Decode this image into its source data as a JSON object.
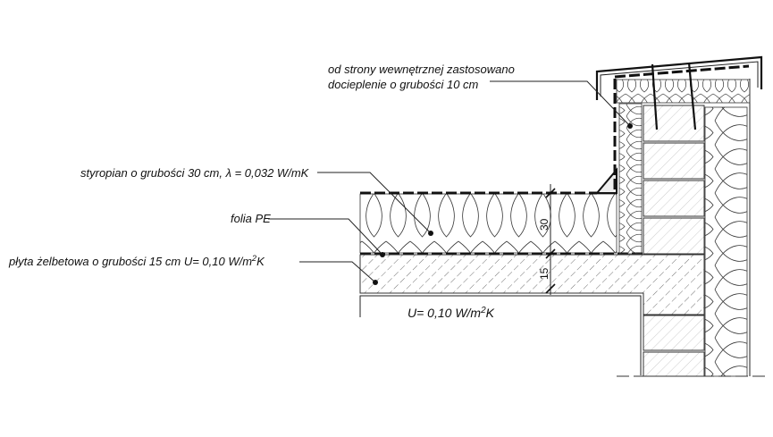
{
  "labels": {
    "inner_insulation_line1": "od strony wewnętrznej zastosowano",
    "inner_insulation_line2": "docieplenie o grubości 10 cm",
    "styrofoam": "styropian o grubości 30 cm, λ = 0,032 W/mK",
    "foil": "folia PE",
    "slab_prefix": "płyta żelbetowa o grubości 15 cm  U= 0,10 W/m",
    "slab_sup": "2",
    "slab_suffix": "K",
    "u_value_prefix": "U= 0,10 W/m",
    "u_value_sup": "2",
    "u_value_suffix": "K"
  },
  "dimensions": {
    "insulation_thickness": "30",
    "slab_thickness": "15"
  },
  "colors": {
    "line": "#222222",
    "background": "#ffffff"
  }
}
